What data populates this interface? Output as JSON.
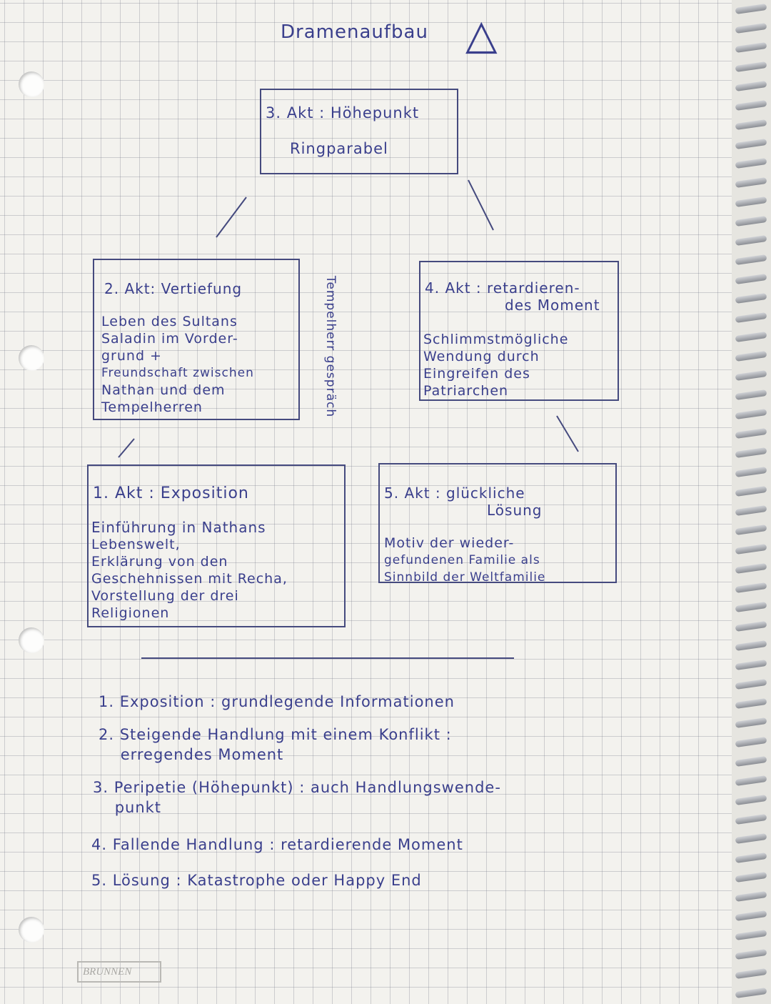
{
  "title": "Dramenaufbau",
  "triangle_symbol": "△",
  "acts": {
    "act3": {
      "heading": "3. Akt : Höhepunkt",
      "lines": [
        "Ringparabel"
      ]
    },
    "act2": {
      "heading": "2. Akt: Vertiefung",
      "lines": [
        "Leben des Sultans",
        "Saladin im Vorder-",
        "grund +",
        "Freundschaft zwischen",
        "Nathan und dem",
        "Tempelherren"
      ]
    },
    "act2_side": "Tempelherr gespräch",
    "act4": {
      "heading": "4. Akt : retardieren-",
      "heading2": "des Moment",
      "lines": [
        "Schlimmstmögliche",
        "Wendung durch",
        "Eingreifen des",
        "Patriarchen"
      ]
    },
    "act1": {
      "heading": "1. Akt : Exposition",
      "lines": [
        "Einführung in Nathans",
        "Lebenswelt,",
        "Erklärung von den",
        "Geschehnissen mit Recha,",
        "Vorstellung der drei",
        "Religionen"
      ]
    },
    "act5": {
      "heading": "5. Akt : glückliche",
      "heading2": "Lösung",
      "lines": [
        "Motiv der wieder-",
        "gefundenen Familie als",
        "Sinnbild der Weltfamilie"
      ]
    }
  },
  "summary": [
    "1. Exposition : grundlegende Informationen",
    "2. Steigende Handlung mit einem Konflikt :",
    "    erregendes Moment",
    "3. Peripetie (Höhepunkt) : auch Handlungswende-",
    "    punkt",
    "4. Fallende Handlung : retardierende Moment",
    "5. Lösung : Katastrophe oder Happy End"
  ],
  "brand": "BRUNNEN"
}
